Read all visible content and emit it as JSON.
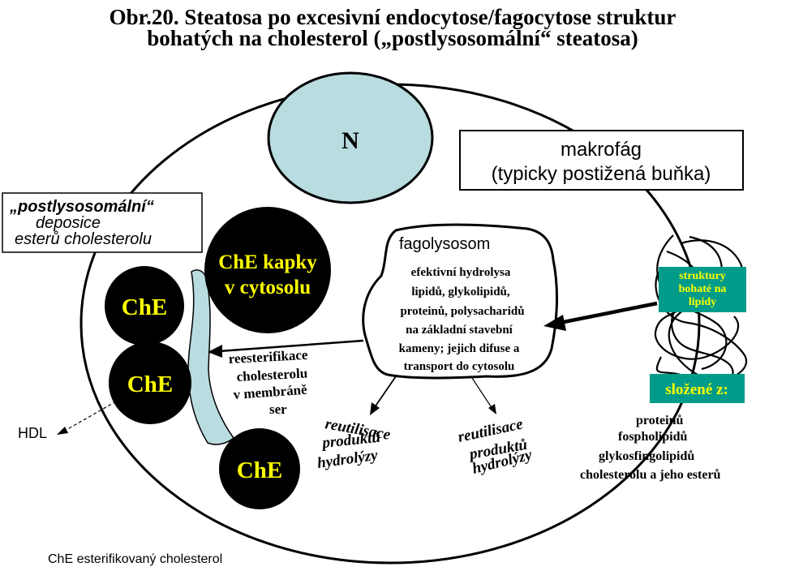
{
  "title": {
    "line1": "Obr.20. Steatosa po excesivní endocytose/fagocytose struktur",
    "line2": "bohatých na cholesterol („postlysosomální“ steatosa)"
  },
  "nucleus_label": "N",
  "macrophage_box": {
    "line1": "makrofág",
    "line2": "(typicky postižená buňka)"
  },
  "deposition_box": {
    "line1": "„postlysosomální“",
    "line2": "deposice",
    "line3": "esterů cholesterolu"
  },
  "che_droplets": {
    "large_line1": "ChE kapky",
    "large_line2": "v cytosolu",
    "small_label": "ChE"
  },
  "phagolysosome": {
    "title": "fagolysosom",
    "lines": [
      "efektivní hydrolysa",
      "lipidů, glykolipidů,",
      "proteinů, polysacharidů",
      "na základní stavební",
      "kameny; jejich difuse a",
      "transport do cytosolu"
    ]
  },
  "reesterification": {
    "lines": [
      "reesterifikace",
      "cholesterolu",
      "v membráně",
      "ser"
    ]
  },
  "reutilisation": {
    "lines": [
      "reutilisace",
      "produktů",
      "hydrolýzy"
    ]
  },
  "lipid_structures_box": {
    "lines": [
      "struktury",
      "bohaté na",
      "lipidy"
    ]
  },
  "composition": {
    "header": "složené z:",
    "items": [
      "proteinů",
      "fospholipidů",
      "glykosfingolipidů",
      "cholesterolu a jeho esterů"
    ]
  },
  "hdl_label": "HDL",
  "footnote": "ChE esterifikovaný  cholesterol",
  "colors": {
    "nucleus": "#b8dce0",
    "membrane": "#b8dce0",
    "droplet": "#000000",
    "droplet_text": "#ffff00",
    "teal_box": "#009b8a",
    "teal_text": "#ffff00"
  }
}
